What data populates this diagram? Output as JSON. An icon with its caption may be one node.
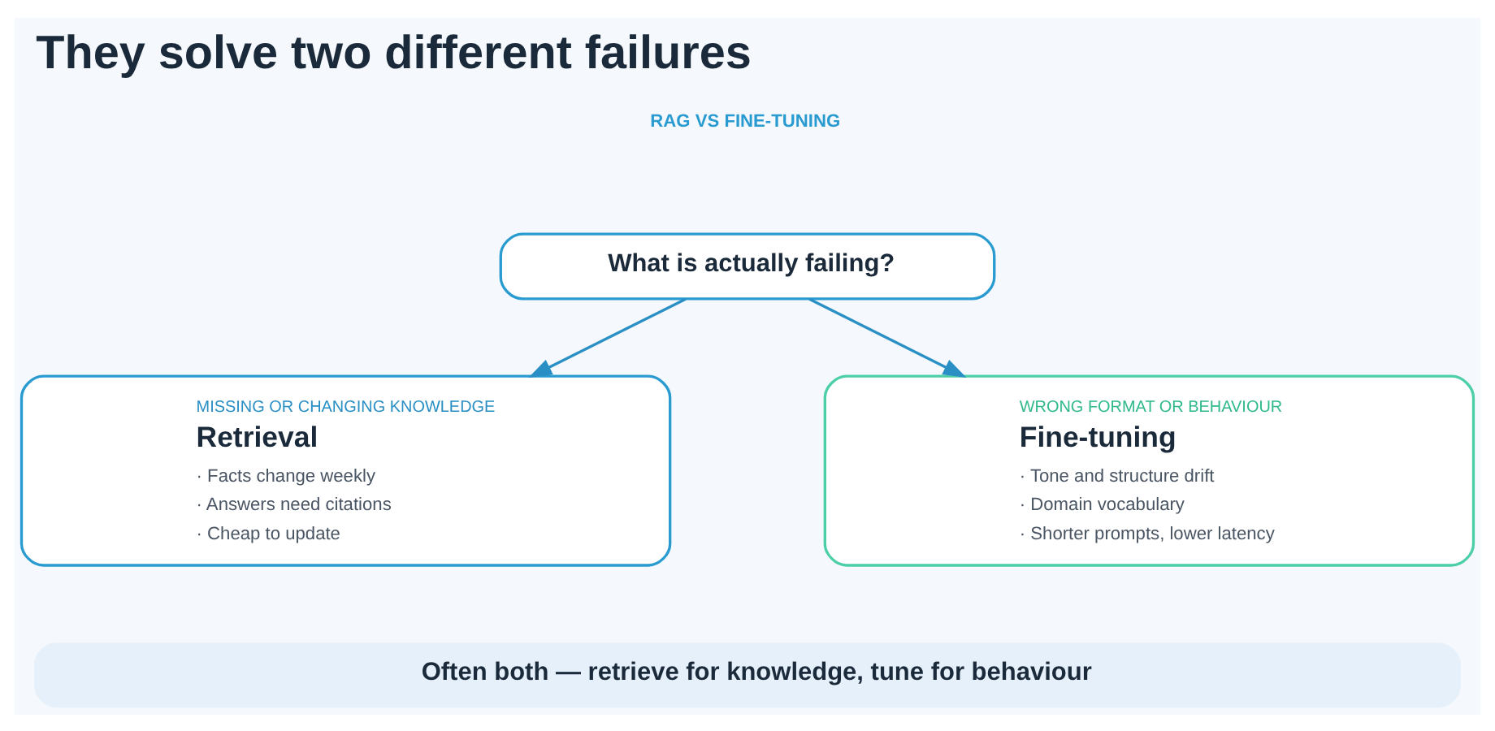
{
  "diagram": {
    "title": "They solve two different failures",
    "nodes": [
      {
        "text": [
          "What is actually failing?"
        ]
      },
      {
        "text": [
          "MISSING OR CHANGING KNOWLEDGE",
          "Retrieval",
          "· Facts change weekly",
          "· Answers need citations",
          "· Cheap to update"
        ]
      },
      {
        "text": [
          "WRONG FORMAT OR BEHAVIOUR",
          "Fine-tuning",
          "· Tone and structure drift",
          "· Domain vocabulary",
          "· Shorter prompts, lower latency"
        ]
      },
      {
        "text": [
          "Often both — retrieve for knowledge, tune for behaviour"
        ]
      }
    ],
    "edges": [
      {
        "from": 0,
        "to": 1,
        "arrow": "to"
      },
      {
        "from": 0,
        "to": 2,
        "arrow": "to"
      }
    ],
    "labels": [
      "RAG VS FINE-TUNING"
    ]
  }
}
